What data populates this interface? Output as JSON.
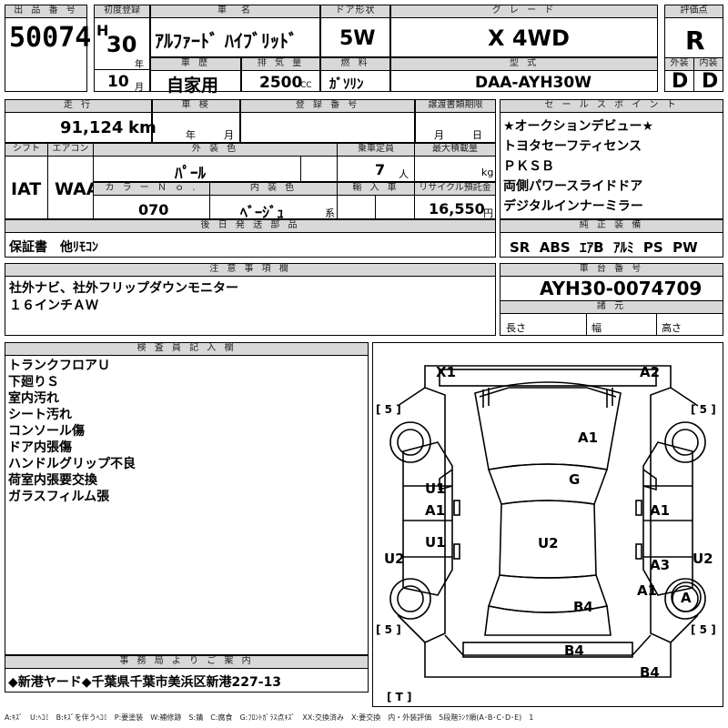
{
  "headers": {
    "lot": "出 品 番 号",
    "first_reg": "初度登録",
    "car_name": "車　名",
    "door": "ドア形状",
    "grade": "グ レ ー ド",
    "score": "評価点",
    "history": "車 歴",
    "displacement": "排 気 量",
    "fuel": "燃 料",
    "model_code": "型 式",
    "exterior": "外装",
    "interior": "内装",
    "mileage": "走 行",
    "inspection": "車 検",
    "reg_no": "登 録 番 号",
    "transfer": "譲渡書類期限",
    "sales": "セ ー ル ス ポ イ ン ト",
    "shift": "シフト",
    "ac": "エアコン",
    "ext_color": "外 装 色",
    "capacity": "乗車定員",
    "max_load": "最大積載量",
    "color_no": "カ ラ ー Ｎ ｏ .",
    "int_color": "内 装 色",
    "import": "輸 入 車",
    "recycle": "リサイクル預託金",
    "accessories": "後 日 発 送 部 品",
    "equipment": "純 正 装 備",
    "notes": "注 意 事 項 欄",
    "chassis": "車 台 番 号",
    "dims": "諸 元",
    "inspector": "検 査 員 記 入 欄",
    "office": "事 務 局 よ り ご 案 内"
  },
  "values": {
    "lot": "50074",
    "era": "H",
    "year": "30",
    "year_unit": "年",
    "month": "10",
    "month_unit": "月",
    "car_name": "ｱﾙﾌｧｰﾄﾞ ﾊｲﾌﾞﾘｯﾄﾞ",
    "door": "5W",
    "grade": "X 4WD",
    "score": "R",
    "history": "自家用",
    "displacement": "2500",
    "cc": "CC",
    "fuel": "ｶﾞｿﾘﾝ",
    "model_code": "DAA-AYH30W",
    "exterior": "D",
    "interior": "D",
    "mileage": "91,124",
    "km": "km",
    "insp_year": "年",
    "insp_month": "月",
    "transfer_month": "月",
    "transfer_day": "日",
    "shift": "IAT",
    "ac": "WAA",
    "ext_color": "ﾊﾟｰﾙ",
    "capacity": "7",
    "capacity_unit": "人",
    "load_unit": "kg",
    "color_no": "070",
    "int_color": "ﾍﾞｰｼﾞｭ",
    "int_suffix": "系",
    "recycle": "16,550",
    "yen": "円",
    "accessories": "保証書　他ﾘﾓｺﾝ",
    "equipment": "SR  ABS  ｴｱB  ｱﾙﾐ  PS  PW",
    "chassis": "AYH30-0074709",
    "dim_length": "長さ",
    "dim_width": "幅",
    "dim_height": "高さ"
  },
  "sales_points": [
    "★オークションデビュー★",
    "トヨタセーフティセンス",
    "ＰＫＳＢ",
    "両側パワースライドドア",
    "デジタルインナーミラー"
  ],
  "notes": [
    "社外ナビ、社外フリップダウンモニター",
    "１６インチＡＷ"
  ],
  "inspector_notes": [
    "トランクフロアＵ",
    "下廻りＳ",
    "室内汚れ",
    "シート汚れ",
    "コンソール傷",
    "ドア内張傷",
    "ハンドルグリップ不良",
    "荷室内張要交換",
    "ガラスフィルム張"
  ],
  "office": "◆新港ヤード◆千葉県千葉市美浜区新港227-13",
  "legend": "A:ｷｽﾞ　U:ﾍｺﾐ　B:ｷｽﾞを伴うﾍｺﾐ　P:要塗装　W:補修跡　S:錆　C:腐食　G:ﾌﾛﾝﾄｶﾞﾗｽ点ｷｽﾞ　XX:交換済み　X:要交換　内・外装評価　5段階ﾗﾝｸ順(A･B･C･D･E)　1",
  "diagram": {
    "tire_fl": "[ 5 ]",
    "tire_fr": "[ 5 ]",
    "tire_rl": "[ 5 ]",
    "tire_rr": "[ 5 ]",
    "tire_t": "[ T ]",
    "marks": {
      "x1": "X1",
      "a2": "A2",
      "a1_hood": "A1",
      "g": "G",
      "u1_front_l": "U1",
      "a1_front_l": "A1",
      "u1_rear_l": "U1",
      "a1_right": "A1",
      "u2_roof": "U2",
      "u2_left": "U2",
      "u2_right": "U2",
      "a3": "A3",
      "a1_rear_r": "A1",
      "a_circle": "A",
      "b4_hatch": "B4",
      "b4_bumper": "B4",
      "b4_corner": "B4"
    }
  }
}
